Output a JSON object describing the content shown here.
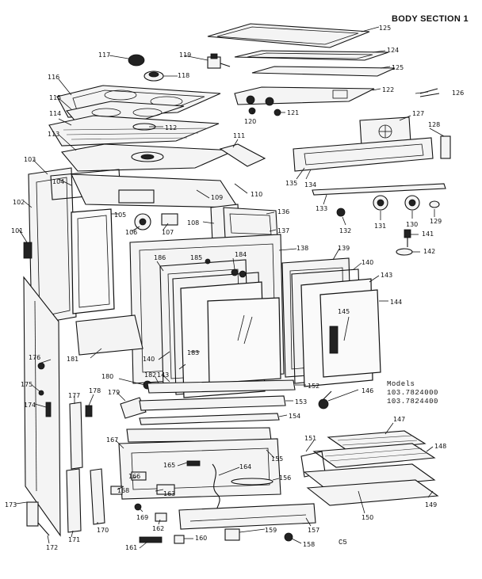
{
  "header": {
    "title": "BODY SECTION  1"
  },
  "models": {
    "heading": "Models",
    "numbers": [
      "103.7824000",
      "103.7824400"
    ]
  },
  "code": "C5",
  "labels": {
    "l101": "101",
    "l102": "102",
    "l103": "103",
    "l104": "104",
    "l105": "105",
    "l106": "106",
    "l107": "107",
    "l108": "108",
    "l109": "109",
    "l110": "110",
    "l111": "111",
    "l112": "112",
    "l113": "113",
    "l114": "114",
    "l115": "115",
    "l116": "116",
    "l117": "117",
    "l118": "118",
    "l119": "119",
    "l120": "120",
    "l121": "121",
    "l122": "122",
    "l124": "124",
    "l125a": "125",
    "l125b": "125",
    "l126": "126",
    "l127": "127",
    "l128": "128",
    "l129": "129",
    "l130": "130",
    "l131": "131",
    "l132": "132",
    "l133": "133",
    "l134": "134",
    "l135": "135",
    "l136": "136",
    "l137": "137",
    "l138": "138",
    "l139": "139",
    "l140a": "140",
    "l140b": "140",
    "l141": "141",
    "l142": "142",
    "l143a": "143",
    "l143b": "143",
    "l144": "144",
    "l145": "145",
    "l146": "146",
    "l147": "147",
    "l148": "148",
    "l149": "149",
    "l150": "150",
    "l151": "151",
    "l152": "152",
    "l153": "153",
    "l154": "154",
    "l155": "155",
    "l156": "156",
    "l157": "157",
    "l158": "158",
    "l159": "159",
    "l160": "160",
    "l161": "161",
    "l162": "162",
    "l163": "163",
    "l164": "164",
    "l165": "165",
    "l166": "166",
    "l167": "167",
    "l168": "168",
    "l169": "169",
    "l170": "170",
    "l171": "171",
    "l172": "172",
    "l173": "173",
    "l174": "174",
    "l175": "175",
    "l176": "176",
    "l177": "177",
    "l178": "178",
    "l179": "179",
    "l180": "180",
    "l181": "181",
    "l182": "182",
    "l183": "183",
    "l184": "184",
    "l185": "185",
    "l186": "186"
  }
}
